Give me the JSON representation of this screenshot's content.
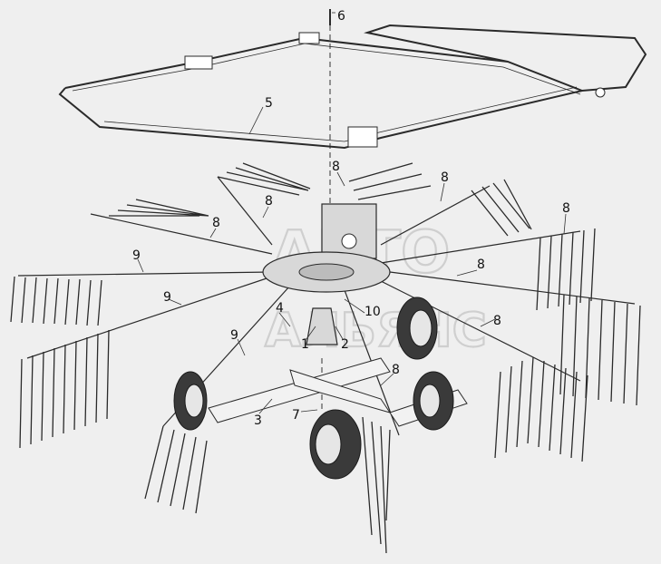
{
  "diagram": {
    "watermark": {
      "line1": "АВТО",
      "line2": "АЛЬЯНС"
    },
    "callouts": [
      {
        "id": "c6",
        "text": "6"
      },
      {
        "id": "c5",
        "text": "5"
      },
      {
        "id": "c8a",
        "text": "8"
      },
      {
        "id": "c8b",
        "text": "8"
      },
      {
        "id": "c8c",
        "text": "8"
      },
      {
        "id": "c8d",
        "text": "8"
      },
      {
        "id": "c8e",
        "text": "8"
      },
      {
        "id": "c8f",
        "text": "8"
      },
      {
        "id": "c8g",
        "text": "8"
      },
      {
        "id": "c8h",
        "text": "8"
      },
      {
        "id": "c9a",
        "text": "9"
      },
      {
        "id": "c9b",
        "text": "9"
      },
      {
        "id": "c9c",
        "text": "9"
      },
      {
        "id": "c4",
        "text": "4"
      },
      {
        "id": "c10",
        "text": "10"
      },
      {
        "id": "c1",
        "text": "1"
      },
      {
        "id": "c2",
        "text": "2"
      },
      {
        "id": "c3",
        "text": "3"
      },
      {
        "id": "c7",
        "text": "7"
      }
    ]
  }
}
